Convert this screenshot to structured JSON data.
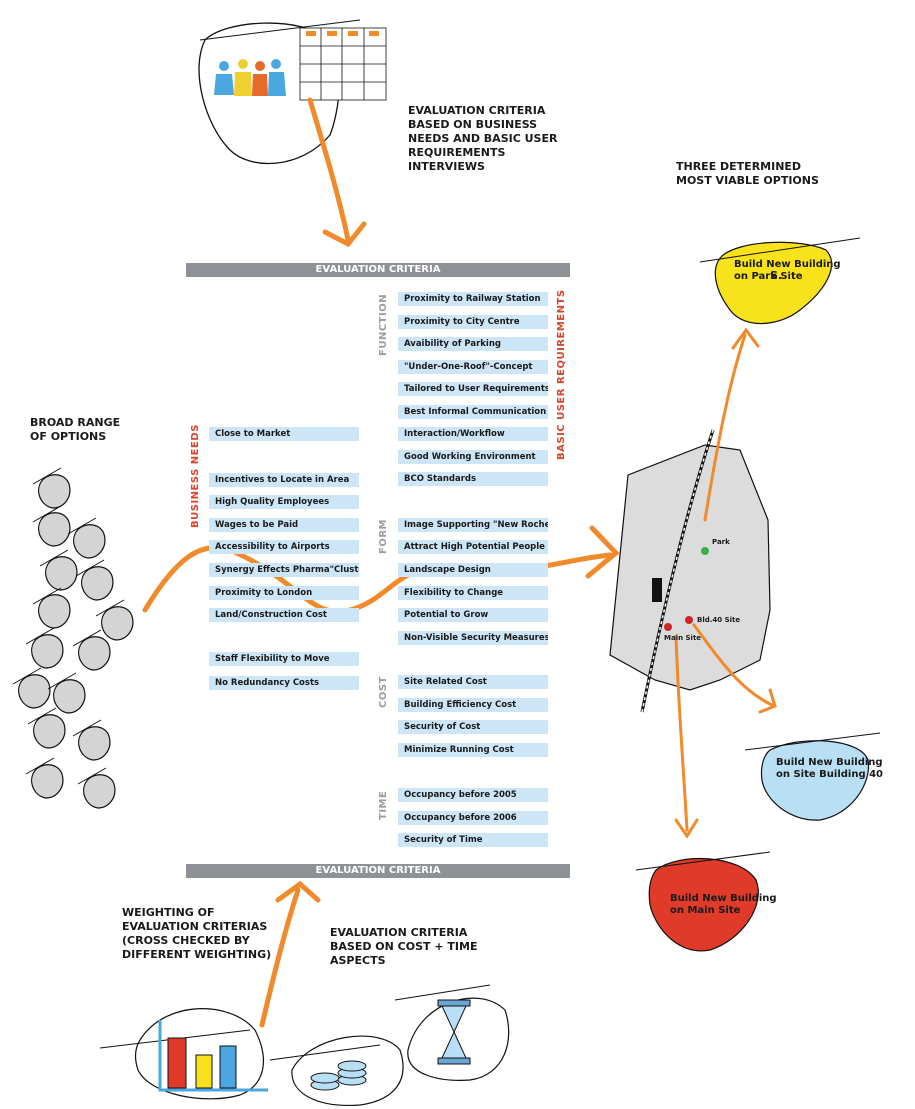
{
  "top_label": "EVALUATION CRITERIA\nBASED ON BUSINESS\nNEEDS AND BASIC USER\nREQUIREMENTS\nINTERVIEWS",
  "broad_range": "BROAD RANGE\nOF OPTIONS",
  "three_options": "THREE DETERMINED\nMOST VIABLE OPTIONS",
  "weighting": "WEIGHTING OF\nEVALUATION CRITERIAS\n(CROSS CHECKED BY\nDIFFERENT WEIGHTING)",
  "cost_time": "EVALUATION CRITERIA\nBASED ON COST + TIME\nASPECTS",
  "header_bar": "EVALUATION CRITERIA",
  "footer_bar": "EVALUATION CRITERIA",
  "business_needs_title": "BUSINESS NEEDS",
  "user_req_title": "BASIC USER REQUIREMENTS",
  "groups": {
    "function": "FUNCTION",
    "form": "FORM",
    "cost": "COST",
    "time": "TIME"
  },
  "business_needs": [
    "Close to Market",
    "Incentives to Locate in Area",
    "High Quality Employees",
    "Wages to be Paid",
    "Accessibility to Airports",
    "Synergy Effects Pharma\"Cluster",
    "Proximity to London",
    "Land/Construction Cost",
    "Staff Flexibility to Move",
    "No Redundancy Costs"
  ],
  "user_requirements": {
    "function": [
      "Proximity to Railway Station",
      "Proximity to City Centre",
      "Avaibility of Parking",
      "\"Under-One-Roof\"-Concept",
      "Tailored to User Requirements",
      "Best Informal Communication",
      "Interaction/Workflow",
      "Good Working Environment",
      "BCO Standards"
    ],
    "form": [
      "Image Supporting \"New Roche\"",
      "Attract High Potential People",
      "Landscape Design",
      "Flexibility to Change",
      "Potential to Grow",
      "Non-Visible Security Measures"
    ],
    "cost": [
      "Site Related Cost",
      "Building Efficiency Cost",
      "Security of Cost",
      "Minimize Running Cost"
    ],
    "time": [
      "Occupancy before 2005",
      "Occupancy before 2006",
      "Security of Time"
    ]
  },
  "options": {
    "park": "Build New Building\non       Park Site",
    "park_s": "S.",
    "bld40": "Build New Building\non Site Building 40",
    "main": "Build New Building\non Main Site"
  },
  "map": {
    "park": "Park",
    "bld40": "Bld.40 Site",
    "main": "Main Site"
  },
  "colors": {
    "arrow": "#f08a2a",
    "bar": "#8e9196",
    "cell": "#cde6f7",
    "red_text": "#d9452b",
    "option_yellow": "#f8e21b",
    "option_blue": "#b8dff4",
    "option_red": "#df3a2a",
    "map_grey": "#dcdcdc"
  }
}
